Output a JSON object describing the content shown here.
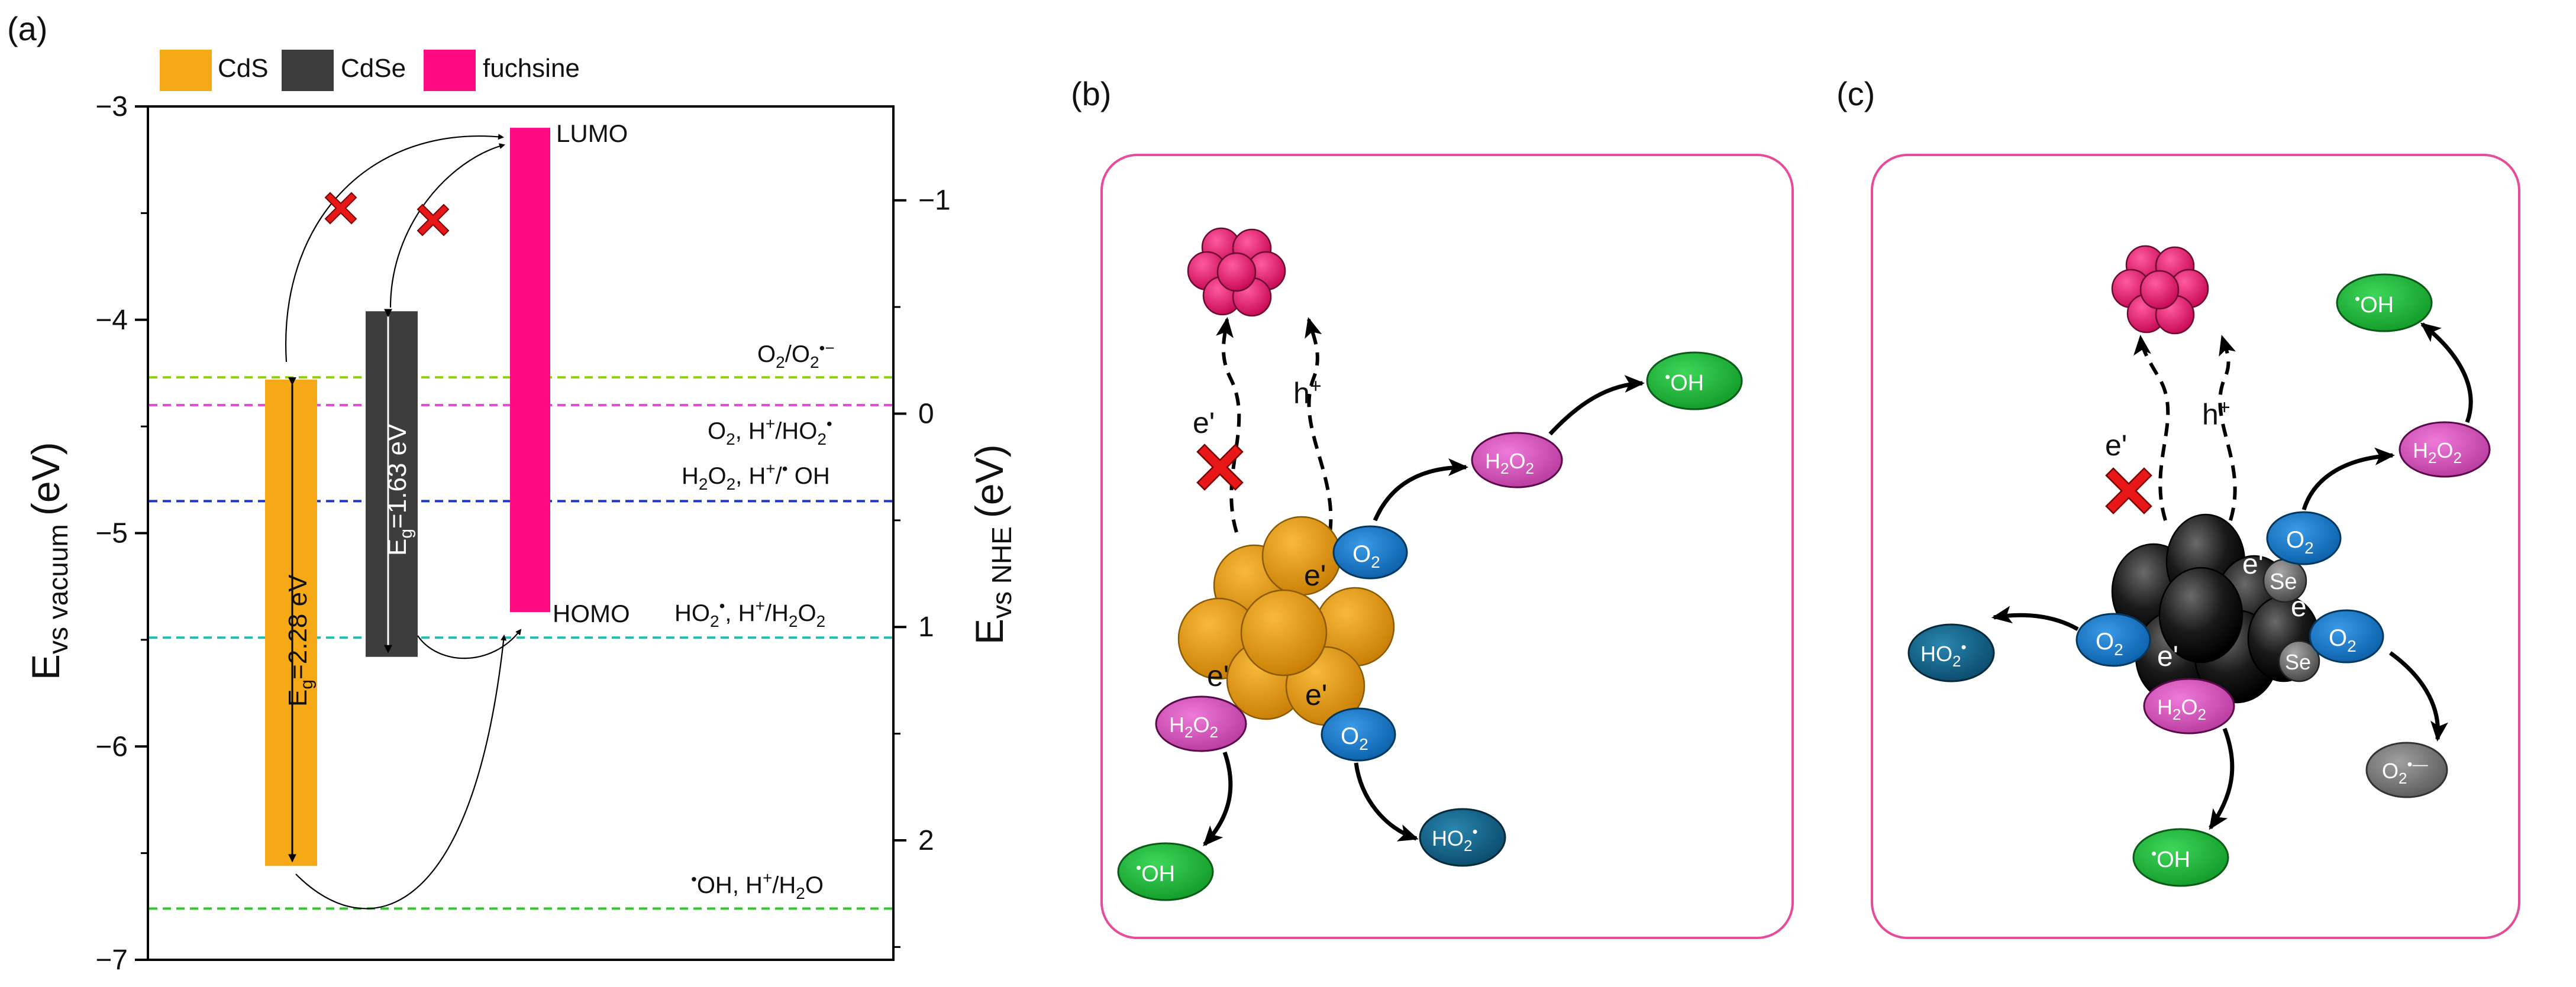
{
  "panel_labels": {
    "a": "(a)",
    "b": "(b)",
    "c": "(c)"
  },
  "legend": [
    {
      "label": "CdS",
      "color": "#f5a916"
    },
    {
      "label": "CdSe",
      "color": "#3d3d3d"
    },
    {
      "label": "fuchsine",
      "color": "#ff0a82"
    }
  ],
  "chart_data": {
    "type": "energy-level diagram",
    "left_axis": {
      "label_main": "E",
      "label_sub": "vs vacuum",
      "label_unit": "(eV)",
      "range": [
        -7,
        -3
      ],
      "ticks": [
        {
          "value": -3,
          "label": "−3"
        },
        {
          "value": -4,
          "label": "−4"
        },
        {
          "value": -5,
          "label": "−5"
        },
        {
          "value": -6,
          "label": "−6"
        },
        {
          "value": -7,
          "label": "−7"
        }
      ]
    },
    "right_axis": {
      "label_main": "E",
      "label_sub": "vs NHE",
      "label_unit": "(eV)",
      "ticks": [
        {
          "value": -1,
          "label": "−1"
        },
        {
          "value": 0,
          "label": "0"
        },
        {
          "value": 1,
          "label": "1"
        },
        {
          "value": 2,
          "label": "2"
        }
      ]
    },
    "bands": [
      {
        "name": "CdS",
        "top": -4.28,
        "bottom": -6.56,
        "color": "#f5a916",
        "gap": "2.28 eV"
      },
      {
        "name": "CdSe",
        "top": -3.96,
        "bottom": -5.58,
        "color": "#3d3d3d",
        "gap": "1.63 eV"
      },
      {
        "name": "fuchsine",
        "top": -3.1,
        "bottom": -5.37,
        "color": "#ff0a82"
      }
    ],
    "band_labels": {
      "lumo": "LUMO",
      "homo": "HOMO"
    },
    "redox_levels": [
      {
        "energy": -4.27,
        "color": "#8fd400",
        "label": "O2/O2•−"
      },
      {
        "energy": -4.4,
        "color": "#e84ad8",
        "label": "O2, H+/HO2•"
      },
      {
        "energy": -4.85,
        "color": "#1e35c8",
        "label": "H2O2, H+/•OH"
      },
      {
        "energy": -5.49,
        "color": "#19c1b1",
        "label": "HO2•, H+/H2O2"
      },
      {
        "energy": -6.76,
        "color": "#2fc72b",
        "label": "•OH, H+/H2O"
      }
    ]
  },
  "species": {
    "o2": "O2",
    "h2o2": "H2O2",
    "oh": "•OH",
    "ho2": "HO2•",
    "o2_radical": "O2•−",
    "electron": "e'",
    "hole": "h+",
    "se": "Se"
  },
  "colors": {
    "o2": "#0f6fbd",
    "h2o2": "#d247b4",
    "oh": "#17b330",
    "ho2": "#0b5a7e",
    "o2_radical": "#7a7a7a",
    "cds_particle": "#e89a10",
    "cdse_particle": "#1a1a1a",
    "dye": "#e8106a",
    "panel_border": "#e84a9a",
    "cross": "#e81818"
  }
}
